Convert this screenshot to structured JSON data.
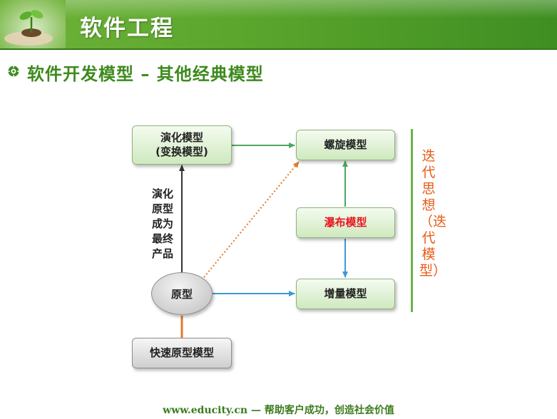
{
  "slide": {
    "title": "软件工程",
    "subtitle": "软件开发模型 – 其他经典模型"
  },
  "diagram": {
    "nodes": {
      "evolution": "演化模型\n(变换模型)",
      "spiral": "螺旋模型",
      "waterfall": "瀑布模型",
      "incremental": "增量模型",
      "prototype": "原型",
      "rapid_prototype": "快速原型模型"
    },
    "edge_label": "演化原型成为最终产品",
    "group_label": "迭代思想（迭代模型）"
  },
  "footer": {
    "text": "www.educity.cn — 帮助客户成功，创造社会价值"
  },
  "colors": {
    "header_green": "#5aa52c",
    "subtitle_green": "#3e8a1e",
    "arrow_green": "#4ea660",
    "arrow_blue": "#3c9ad6",
    "arrow_orange": "#e07a2e",
    "arrow_dark": "#333333",
    "waterfall_red": "#e8141e",
    "group_label_orange": "#e85c16"
  }
}
